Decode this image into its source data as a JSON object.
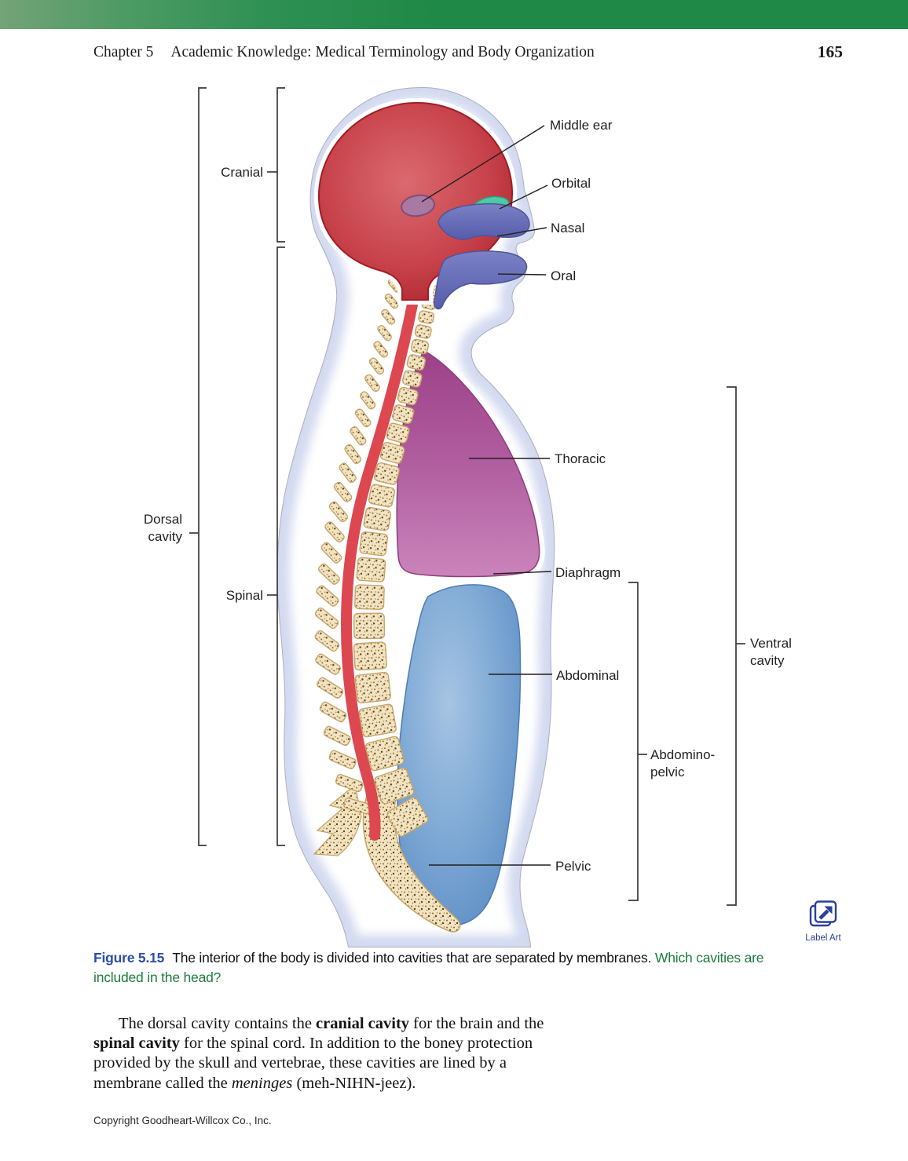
{
  "header": {
    "chapter": "Chapter 5",
    "title": "Academic Knowledge: Medical Terminology and Body Organization",
    "page_number": "165"
  },
  "figure": {
    "labels": {
      "middle_ear": "Middle ear",
      "orbital": "Orbital",
      "nasal": "Nasal",
      "oral": "Oral",
      "thoracic": "Thoracic",
      "diaphragm": "Diaphragm",
      "abdominal": "Abdominal",
      "abdomino_line1": "Abdomino-",
      "abdomino_line2": "pelvic",
      "pelvic": "Pelvic",
      "cranial": "Cranial",
      "spinal": "Spinal",
      "dorsal_line1": "Dorsal",
      "dorsal_line2": "cavity",
      "ventral_line1": "Ventral",
      "ventral_line2": "cavity"
    },
    "label_art_text": "Label Art",
    "caption": {
      "number": "Figure 5.15",
      "body": "The interior of the body is divided into cavities that are separated by membranes.",
      "question_line1": "Which cavities are",
      "question_line2": "included in the head?"
    }
  },
  "paragraph": {
    "s1": "The dorsal cavity contains the ",
    "s2": "cranial cavity",
    "s3": " for the brain and the",
    "s4": "spinal cavity",
    "s5": " for the spinal cord. In addition to the boney protection",
    "s6": "provided by the skull and vertebrae, these cavities are lined by a",
    "s7": "membrane called the ",
    "s8": "meninges",
    "s9": " (meh-NIHN-jeez)."
  },
  "footer": {
    "copyright": "Copyright Goodheart-Willcox Co., Inc."
  },
  "colors": {
    "header_green": "#1f8947",
    "header_green_light": "#74a378",
    "figure_number_blue": "#2b4da6",
    "caption_green": "#1e7c40",
    "label_art_blue": "#2b3f9c",
    "cranial_red": "#c8434b",
    "thoracic_magenta": "#b05e9f",
    "abdominal_blue": "#7da8d4",
    "orbital_teal": "#3fc7a0",
    "nasal_oral_purple": "#666cb4",
    "middle_ear_mauve": "#a779a3",
    "bone_tan": "#f2e4c1"
  }
}
